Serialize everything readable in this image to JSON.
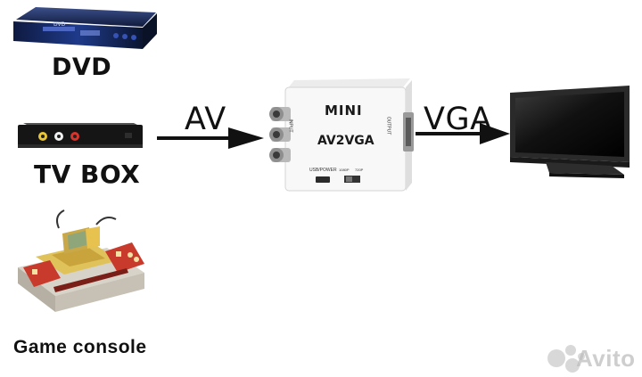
{
  "sources": {
    "dvd": {
      "label": "DVD"
    },
    "tv_box": {
      "label": "TV BOX"
    },
    "game_console": {
      "label": "Game console"
    }
  },
  "connections": {
    "input_signal": "AV",
    "output_signal": "VGA"
  },
  "converter": {
    "brand": "MINI",
    "model": "AV2VGA",
    "input_port": "INPUT",
    "output_port": "OUTPUT",
    "power_port": "USB/POWER",
    "switch_left": "1080P",
    "switch_right": "720P"
  },
  "display": {
    "icon": "monitor-icon"
  },
  "watermark": {
    "text": "Avito",
    "icon": "avito-logo-icon"
  },
  "colors": {
    "arrow": "#111111",
    "converter_body": "#f7f7f7",
    "monitor_frame": "#2a2a2a",
    "dvd_body": "#1a2a55",
    "game_console_red": "#c83a2c"
  }
}
